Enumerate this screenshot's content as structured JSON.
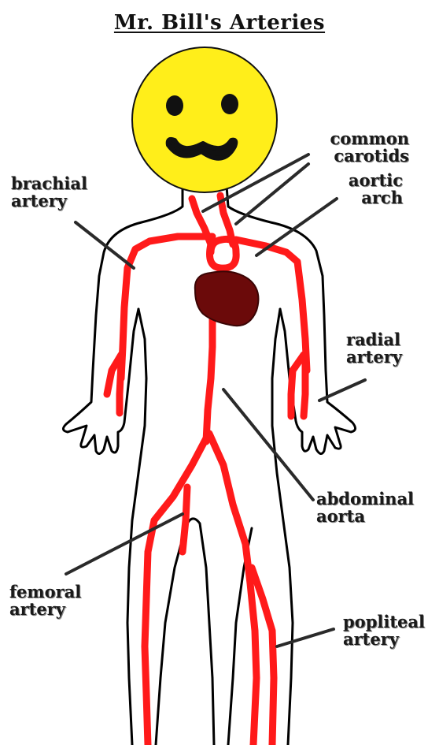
{
  "title": "Mr. Bill's Arteries",
  "labels": {
    "common_carotids": [
      "common",
      "carotids"
    ],
    "aortic_arch": [
      "aortic",
      "arch"
    ],
    "brachial_artery": [
      "brachial",
      "artery"
    ],
    "radial_artery": [
      "radial",
      "artery"
    ],
    "abdominal_aorta": [
      "abdominal",
      "aorta"
    ],
    "femoral_artery": [
      "femoral",
      "artery"
    ],
    "popliteal_artery": [
      "popliteal",
      "artery"
    ]
  },
  "colors": {
    "artery": "#ff1a1a",
    "heart": "#6b0a0a",
    "face": "#ffee1a",
    "outline": "#000000",
    "leader": "#2a2a2a"
  }
}
